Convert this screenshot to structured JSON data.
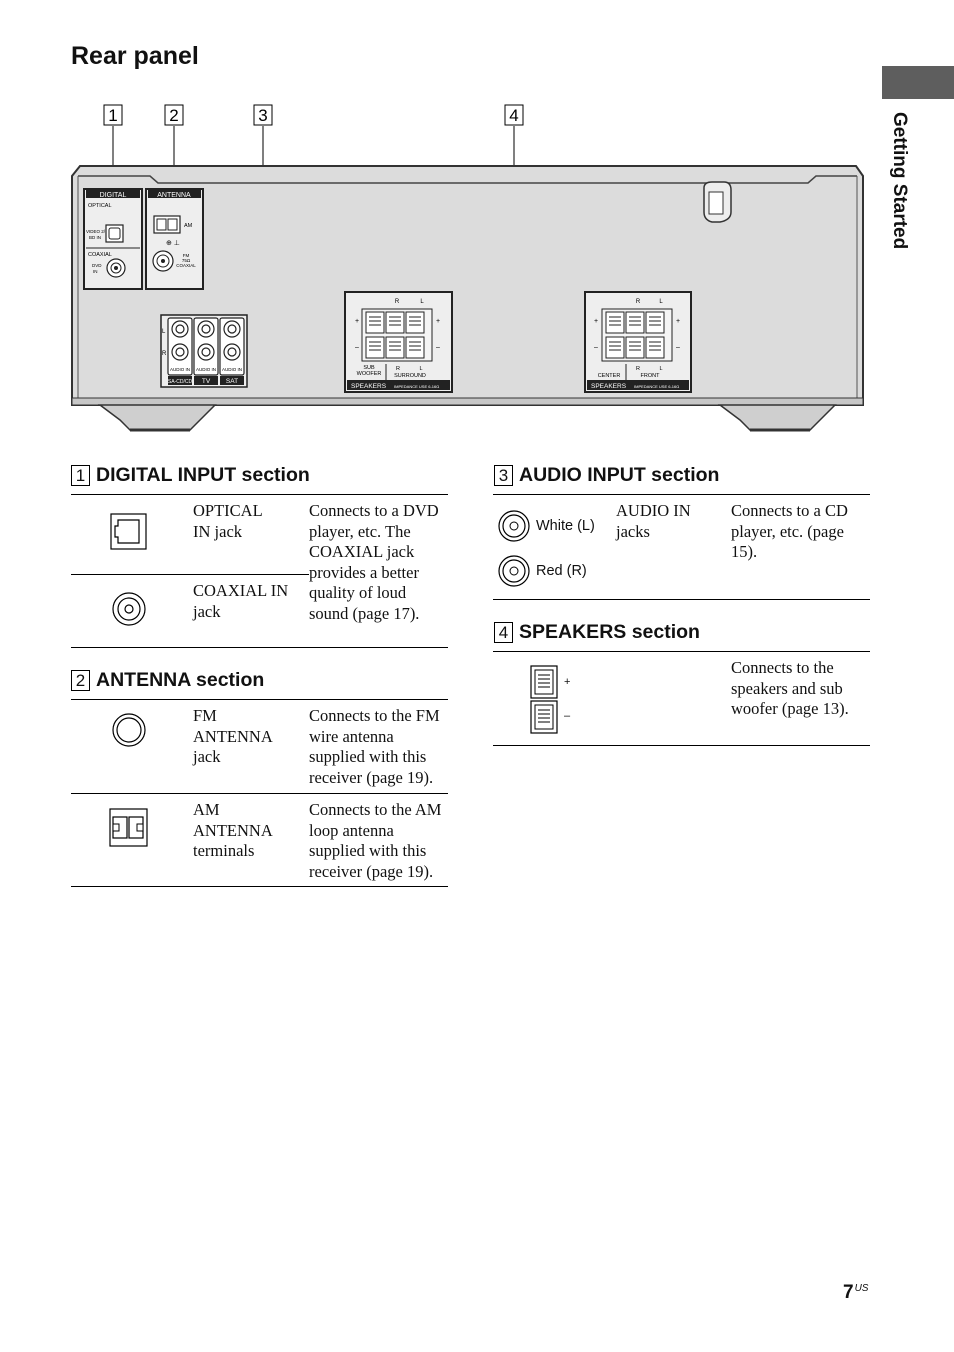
{
  "page": {
    "title": "Rear panel",
    "side_tab": "Getting Started",
    "page_number": "7",
    "page_suffix": "US"
  },
  "callouts": [
    "1",
    "2",
    "3",
    "4"
  ],
  "panel": {
    "digital": {
      "header": "DIGITAL",
      "optical": "OPTICAL",
      "video2_bd_in": "VIDEO 2/\nBD IN",
      "coaxial": "COAXIAL",
      "dvd_in": "DVD\nIN"
    },
    "antenna": {
      "header": "ANTENNA",
      "am": "AM",
      "fm": "FM\n75Ω\nCOAXIAL"
    },
    "audio_in": {
      "l": "L",
      "r": "R",
      "jack_label": "AUDIO IN",
      "sources": [
        "SA-CD/CD",
        "TV",
        "SAT"
      ]
    },
    "speakers_left": {
      "r": "R",
      "l": "L",
      "plus": "+",
      "minus": "–",
      "sub_woofer": "SUB\nWOOFER",
      "r2": "R",
      "l2": "L",
      "surround": "SURROUND",
      "footer": "SPEAKERS",
      "impedance": "IMPEDANCE USE 6-16Ω"
    },
    "speakers_right": {
      "r": "R",
      "l": "L",
      "plus": "+",
      "minus": "–",
      "center": "CENTER",
      "r2": "R",
      "l2": "L",
      "front": "FRONT",
      "footer": "SPEAKERS",
      "impedance": "IMPEDANCE USE 6-16Ω"
    }
  },
  "sections": {
    "digital": {
      "number": "1",
      "title": "DIGITAL INPUT section",
      "rows": [
        {
          "name": "OPTICAL\nIN jack"
        },
        {
          "name": "COAXIAL IN\njack"
        }
      ],
      "description": "Connects to a DVD player, etc. The COAXIAL jack provides a better quality of loud sound (page 17)."
    },
    "antenna": {
      "number": "2",
      "title": "ANTENNA section",
      "rows": [
        {
          "name": "FM\nANTENNA\njack",
          "description": "Connects to the FM wire antenna supplied with this receiver (page 19)."
        },
        {
          "name": "AM\nANTENNA\nterminals",
          "description": "Connects to the AM loop antenna supplied with this receiver (page 19)."
        }
      ]
    },
    "audio": {
      "number": "3",
      "title": "AUDIO INPUT section",
      "white": "White (L)",
      "red": "Red (R)",
      "name": "AUDIO IN\njacks",
      "description": "Connects to a CD player, etc. (page 15)."
    },
    "speakers": {
      "number": "4",
      "title": "SPEAKERS section",
      "plus": "+",
      "minus": "–",
      "description": "Connects to the speakers and sub woofer (page 13)."
    }
  }
}
